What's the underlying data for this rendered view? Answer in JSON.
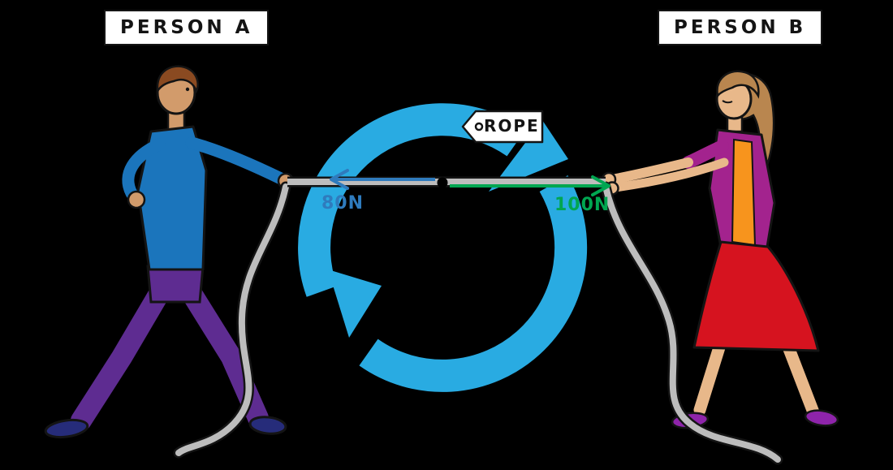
{
  "labels": {
    "person_a": "PERSON A",
    "person_b": "PERSON B",
    "rope_tag": "ROPE"
  },
  "forces": {
    "left": {
      "label": "80N",
      "value_N": 80,
      "direction": "left",
      "applied_by": "PERSON A",
      "color": "#2f7bbd"
    },
    "right": {
      "label": "100N",
      "value_N": 100,
      "direction": "right",
      "applied_by": "PERSON B",
      "color": "#00a651"
    }
  },
  "watermark": {
    "icon": "circular-arrow-logo",
    "color": "#29abe2"
  },
  "colors": {
    "background": "#000000",
    "logo_blue": "#29abe2",
    "rope_gray": "#bdbdbd",
    "rope_outline": "#141414",
    "label_box_bg": "#ffffff",
    "label_text": "#141414",
    "person_a_shirt": "#1b75bc",
    "person_a_pants": "#5e2c91",
    "person_a_shoes": "#262c7a",
    "person_a_skin": "#d29b6b",
    "person_a_hair": "#8a4a21",
    "person_b_top": "#a3238e",
    "person_b_undershirt": "#f7941d",
    "person_b_skirt": "#d6131f",
    "person_b_skin": "#e8b88a",
    "person_b_hair": "#b9864f",
    "person_b_shoes": "#8e24aa"
  }
}
